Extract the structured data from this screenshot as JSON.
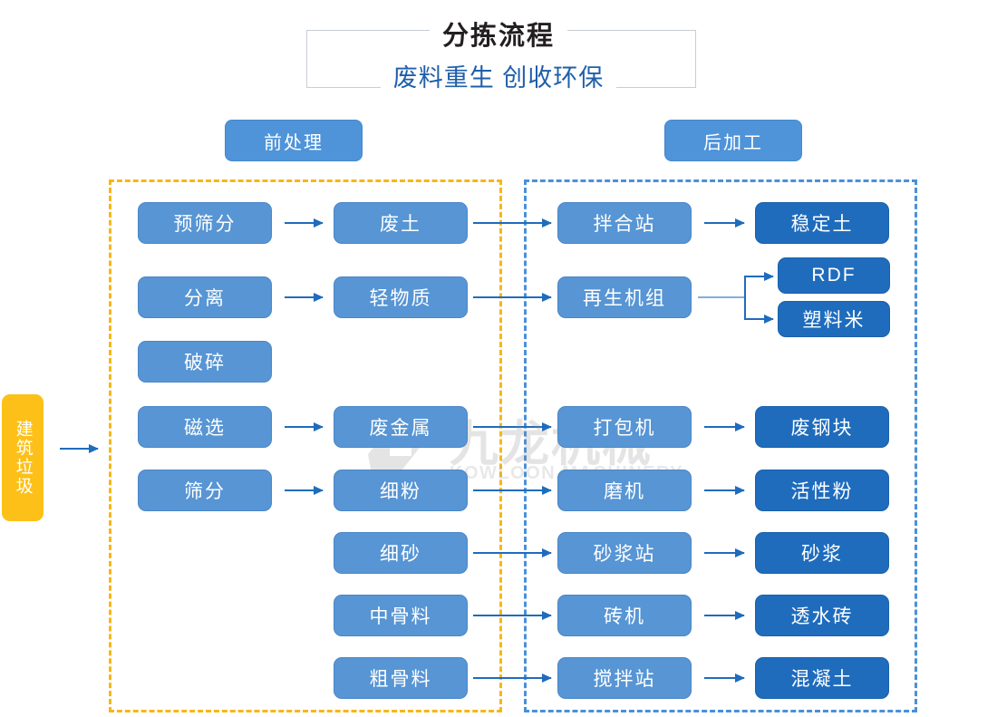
{
  "header": {
    "title": "分拣流程",
    "subtitle": "废料重生 创收环保"
  },
  "sections": [
    {
      "id": "pre",
      "label": "前处理",
      "border_color": "#f6b719"
    },
    {
      "id": "post",
      "label": "后加工",
      "border_color": "#4a90d9"
    }
  ],
  "input": {
    "label": "建筑垃圾",
    "color": "#fcc018"
  },
  "watermark": {
    "cn": "九龙机械",
    "en": "KOWLOON MACHINERY",
    "color": "#8a8a8a"
  },
  "colors": {
    "node_light": "#5795d4",
    "node_dark": "#1f6cbd",
    "arrow": "#1f6cbd",
    "title": "#231f20",
    "subtitle": "#1f5fa9"
  },
  "nodes": {
    "pre_process": [
      {
        "label": "预筛分"
      },
      {
        "label": "分离"
      },
      {
        "label": "破碎"
      },
      {
        "label": "磁选"
      },
      {
        "label": "筛分"
      }
    ],
    "pre_output": [
      {
        "label": "废土"
      },
      {
        "label": "轻物质"
      },
      {
        "label": "废金属"
      },
      {
        "label": "细粉"
      },
      {
        "label": "细砂"
      },
      {
        "label": "中骨料"
      },
      {
        "label": "粗骨料"
      }
    ],
    "post_process": [
      {
        "label": "拌合站"
      },
      {
        "label": "再生机组"
      },
      {
        "label": "打包机"
      },
      {
        "label": "磨机"
      },
      {
        "label": "砂浆站"
      },
      {
        "label": "砖机"
      },
      {
        "label": "搅拌站"
      }
    ],
    "post_output": [
      {
        "label": "稳定土"
      },
      {
        "label": "RDF"
      },
      {
        "label": "塑料米"
      },
      {
        "label": "废钢块"
      },
      {
        "label": "活性粉"
      },
      {
        "label": "砂浆"
      },
      {
        "label": "透水砖"
      },
      {
        "label": "混凝土"
      }
    ]
  }
}
